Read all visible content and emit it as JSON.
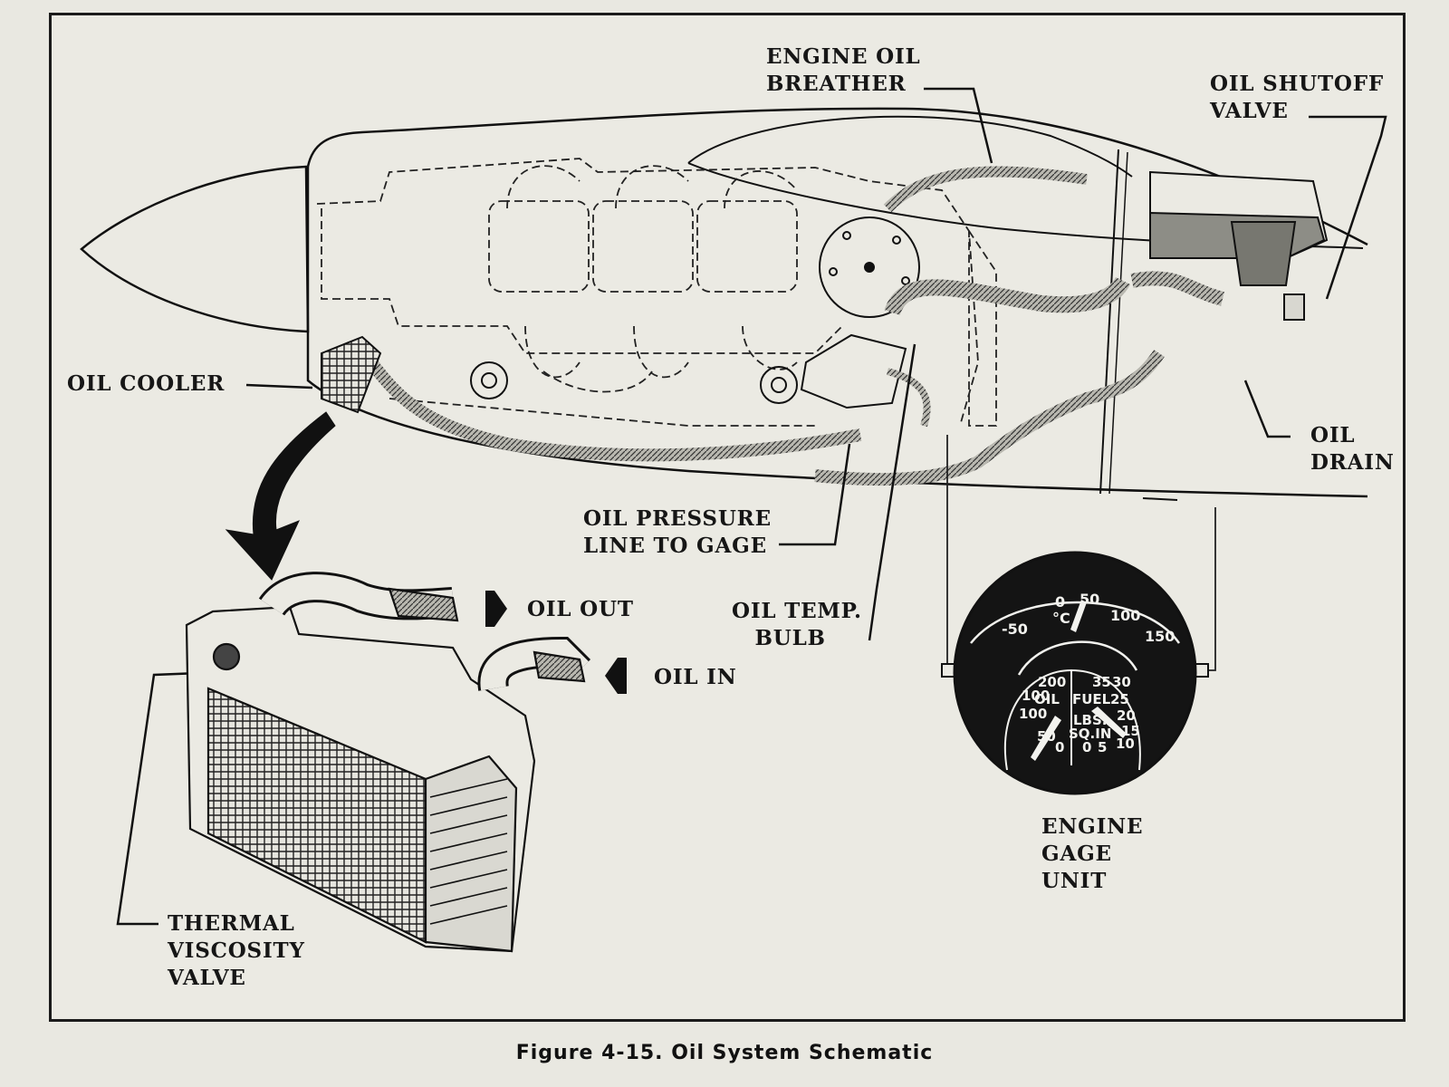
{
  "labels": {
    "engine_oil_breather": [
      "ENGINE OIL",
      "BREATHER"
    ],
    "oil_shutoff_valve": [
      "OIL SHUTOFF",
      "VALVE"
    ],
    "oil_cooler": "OIL COOLER",
    "oil_drain": [
      "OIL",
      "DRAIN"
    ],
    "oil_pressure_line": [
      "OIL PRESSURE",
      "LINE TO GAGE"
    ],
    "oil_temp_bulb": [
      "OIL TEMP.",
      "BULB"
    ],
    "oil_out": "OIL OUT",
    "oil_in": "OIL IN",
    "engine_gage_unit": [
      "ENGINE",
      "GAGE",
      "UNIT"
    ],
    "thermal_viscosity_valve": [
      "THERMAL",
      "VISCOSITY",
      "VALVE"
    ]
  },
  "gauge": {
    "temp_unit": "°C",
    "temp_ticks": [
      "-50",
      "0",
      "50",
      "100",
      "150"
    ],
    "oil_label": "OIL",
    "fuel_label": "FUEL",
    "oil_ticks": [
      "200",
      "100",
      "100",
      "50",
      "0"
    ],
    "fuel_ticks": [
      "35",
      "30",
      "25",
      "20",
      "15",
      "10",
      "5",
      "0"
    ],
    "pressure_unit": [
      "LBS.",
      "SQ.IN"
    ]
  },
  "caption": "Figure 4-15. Oil System Schematic",
  "colors": {
    "paper": "#ebeae3",
    "ink": "#161616",
    "gauge_face": "#141414",
    "hose_fill": "#9a9a92"
  }
}
